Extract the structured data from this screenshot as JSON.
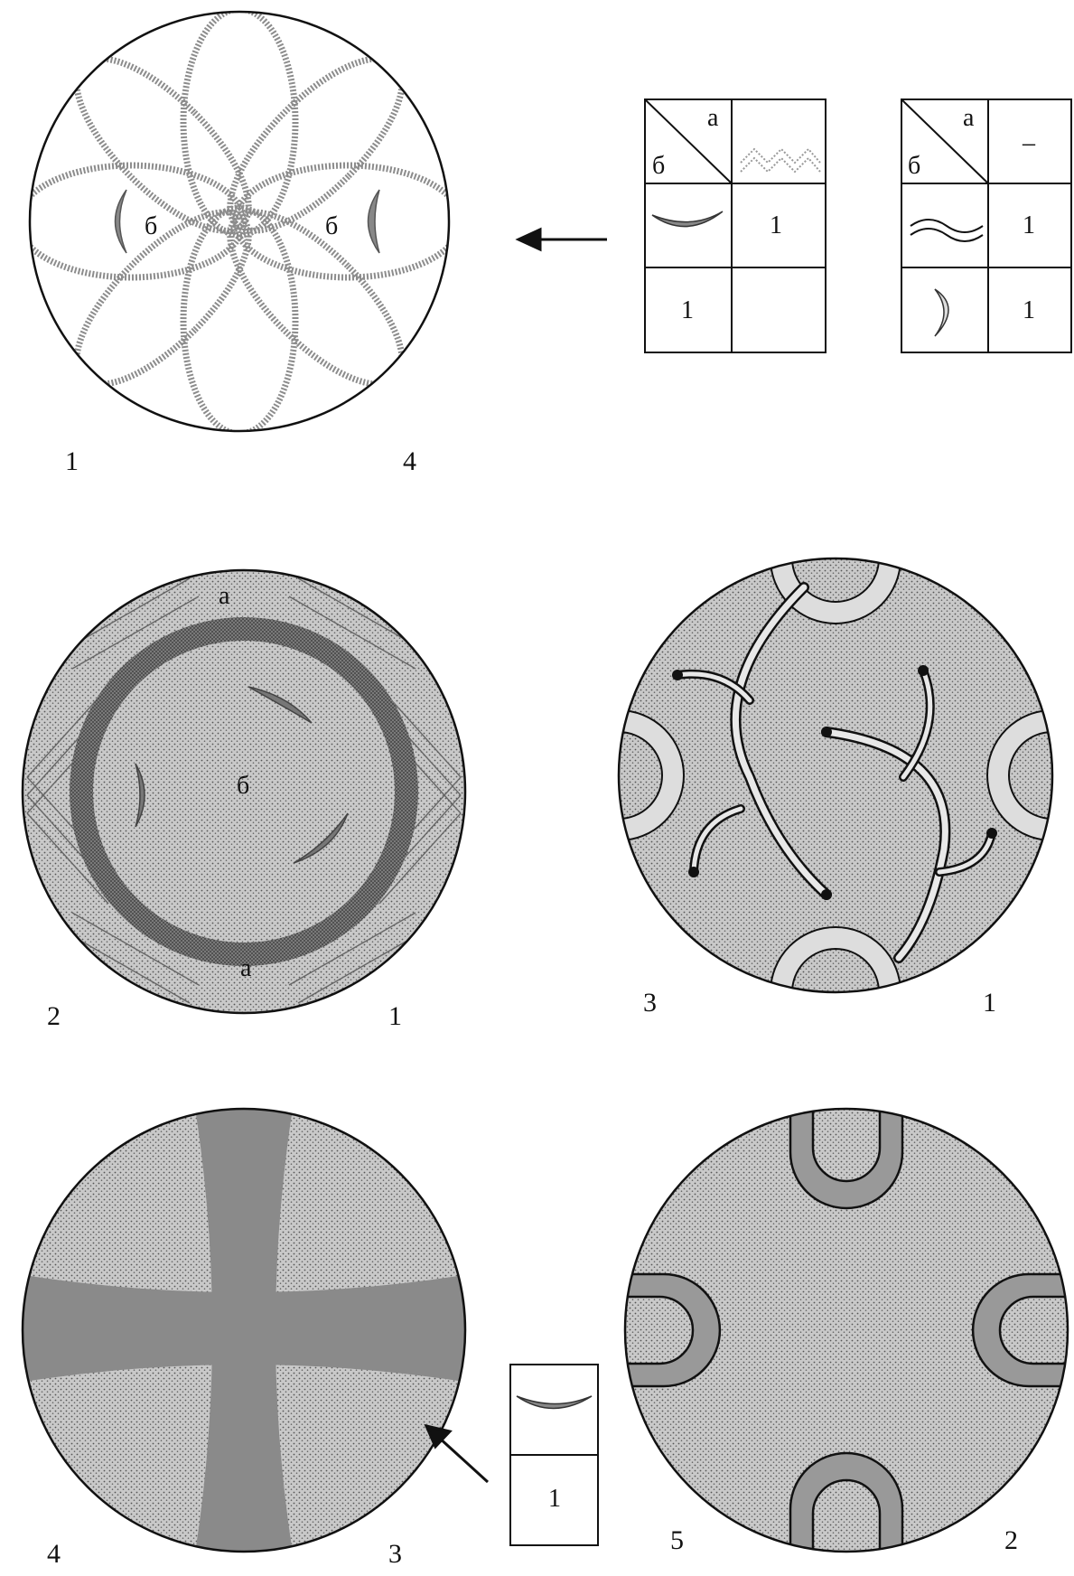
{
  "figures": [
    {
      "number": "1",
      "sub": "4",
      "inner_labels": [
        "б",
        "б"
      ]
    },
    {
      "number": "2",
      "sub": "1",
      "inner_labels": [
        "а",
        "б",
        "а"
      ]
    },
    {
      "number": "3",
      "sub": "1"
    },
    {
      "number": "4",
      "sub": "3"
    },
    {
      "number": "5",
      "sub": "2"
    }
  ],
  "legend_a": {
    "corner_a": "а",
    "corner_b": "б",
    "row1_value": "1",
    "row2_value": "1"
  },
  "legend_b": {
    "corner_a": "а",
    "corner_b": "б",
    "header_value": "–",
    "row1_value": "1",
    "row2_value": "1"
  },
  "legend_c": {
    "value": "1"
  },
  "icons": [
    "arrow-left-icon",
    "arrow-up-left-icon",
    "crescent-icon",
    "wavy-lines-icon",
    "zigzag-pattern-icon"
  ],
  "colors": {
    "ink": "#111111",
    "gray_fill": "#8a8a8a",
    "light_stipple": "#b5b5b5"
  }
}
